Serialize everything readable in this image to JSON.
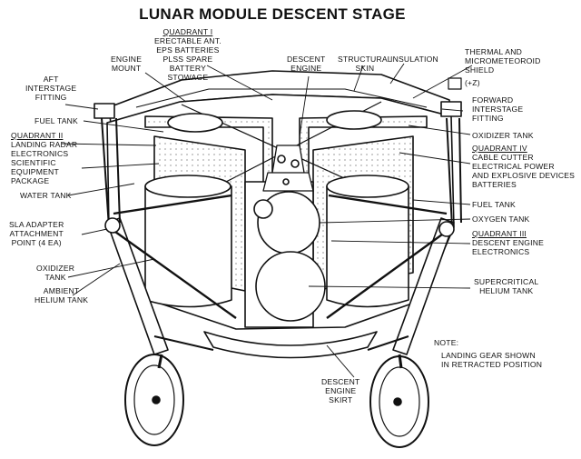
{
  "title": "LUNAR MODULE DESCENT STAGE",
  "labels": {
    "quadrant_1": "QUADRANT I",
    "q1_items": [
      "ERECTABLE ANT.",
      "EPS BATTERIES",
      "PLSS SPARE",
      "BATTERY",
      "STOWAGE"
    ],
    "engine_mount": [
      "ENGINE",
      "MOUNT"
    ],
    "descent_engine": [
      "DESCENT",
      "ENGINE"
    ],
    "structural_skin": [
      "STRUCTURAL",
      "SKIN"
    ],
    "insulation": "INSULATION",
    "thermal_shield": [
      "THERMAL AND",
      "MICROMETEOROID",
      "SHIELD"
    ],
    "plus_z": "(+Z)",
    "aft_fitting": [
      "AFT",
      "INTERSTAGE",
      "FITTING"
    ],
    "forward_fitting": [
      "FORWARD",
      "INTERSTAGE",
      "FITTING"
    ],
    "fuel_tank_left": "FUEL TANK",
    "quadrant_2": "QUADRANT II",
    "q2_items": [
      "LANDING RADAR",
      "ELECTRONICS",
      "SCIENTIFIC",
      "EQUIPMENT",
      "PACKAGE"
    ],
    "water_tank": "WATER TANK",
    "oxidizer_tank_right": "OXIDIZER TANK",
    "quadrant_4": "QUADRANT IV",
    "q4_items": [
      "CABLE CUTTER",
      "ELECTRICAL POWER",
      "AND EXPLOSIVE DEVICES",
      "BATTERIES"
    ],
    "fuel_tank_right": "FUEL TANK",
    "oxygen_tank": "OXYGEN TANK",
    "sla_adapter": [
      "SLA ADAPTER",
      "ATTACHMENT",
      "POINT (4 EA)"
    ],
    "quadrant_3": "QUADRANT III",
    "q3_items": [
      "DESCENT ENGINE",
      "ELECTRONICS"
    ],
    "oxidizer_tank_left": [
      "OXIDIZER",
      "TANK"
    ],
    "ambient_helium": [
      "AMBIENT",
      "HELIUM TANK"
    ],
    "supercritical_helium": [
      "SUPERCRITICAL",
      "HELIUM TANK"
    ],
    "note_title": "NOTE:",
    "note_text": [
      "LANDING GEAR SHOWN",
      "IN RETRACTED POSITION"
    ],
    "descent_engine_skirt": [
      "DESCENT",
      "ENGINE",
      "SKIRT"
    ]
  },
  "colors": {
    "ink": "#111111",
    "panel": "#ffffff",
    "hatch": "#555555"
  }
}
